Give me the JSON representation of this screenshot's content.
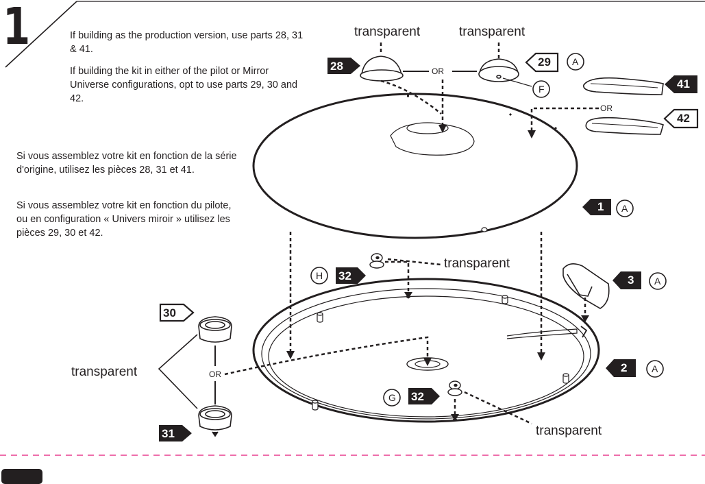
{
  "step": {
    "number": "1"
  },
  "instructions_en": [
    "If building as the production version, use parts 28, 31 & 41.",
    "If building the kit in either of the pilot or Mirror Universe configurations, opt to use parts 29, 30 and 42."
  ],
  "instructions_fr": [
    "Si vous assemblez votre kit en fonction de la série d'origine, utilisez les pièces 28, 31 et 41.",
    "Si vous assemblez votre kit en fonction du pilote, ou en configuration « Univers miroir » utilisez les pièces 29, 30 et 42."
  ],
  "labels": {
    "transparent": "transparent",
    "or": "OR"
  },
  "parts": {
    "p28": "28",
    "p29": "29",
    "p41": "41",
    "p42": "42",
    "p1": "1",
    "p32": "32",
    "p3": "3",
    "p2": "2",
    "p30": "30",
    "p31": "31"
  },
  "screw_codes": {
    "a": "A",
    "f": "F",
    "g": "G",
    "h": "H"
  },
  "colors": {
    "ink": "#231f20",
    "separator": "#e83f8f"
  }
}
